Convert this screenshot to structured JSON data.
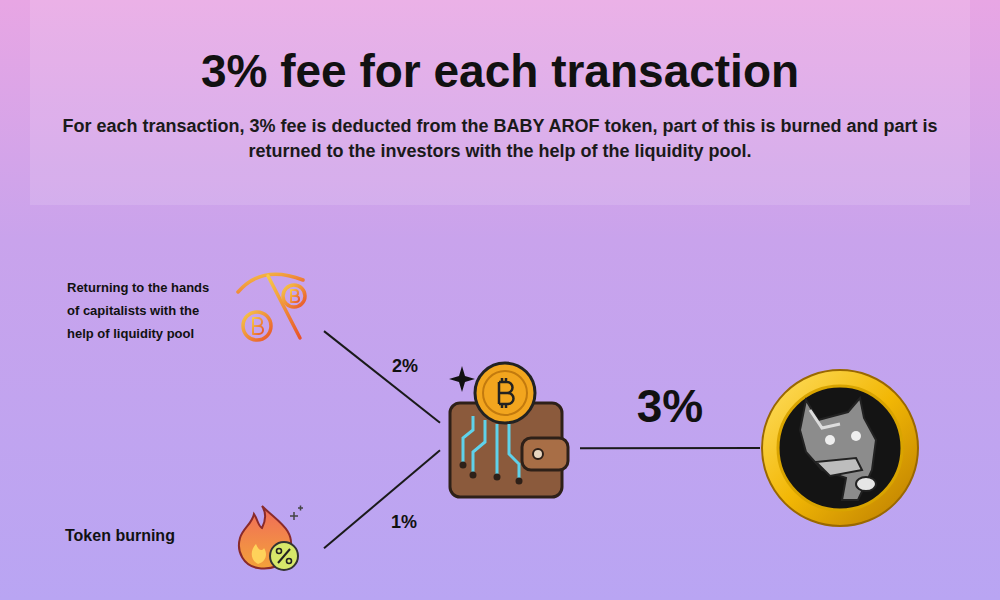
{
  "diagram": {
    "title": "3% fee for each transaction",
    "caption": "For each transaction, 3% fee is deducted from the BABY AROF token, part of this is burned and part is returned to the investors with the help of the liquidity pool.",
    "nodes": [
      {
        "text": [
          "Returning to the hands of capitalists with the help of liquidity pool"
        ]
      },
      {
        "text": [
          "Token burning"
        ]
      },
      {},
      {}
    ],
    "edges": [
      {
        "from": 0,
        "to": 2,
        "label": "2%",
        "arrow": "none"
      },
      {
        "from": 1,
        "to": 2,
        "label": "1%",
        "arrow": "none"
      },
      {
        "from": 2,
        "to": 3,
        "label": "3%",
        "arrow": "none"
      }
    ]
  }
}
